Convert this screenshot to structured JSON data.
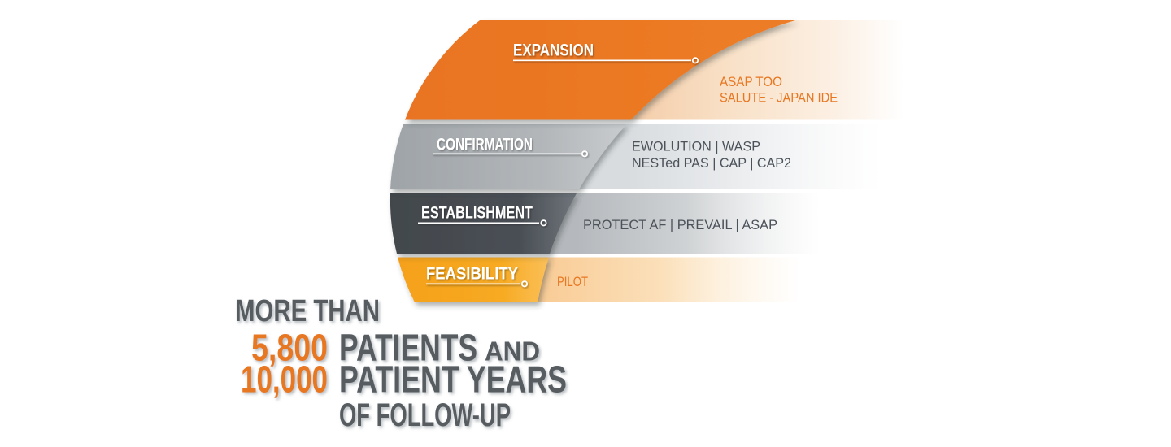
{
  "palette": {
    "orange": "#E87722",
    "amber": "#F5A51D",
    "charcoal": "#45494E",
    "silver": "#A9ADB1",
    "text_gray": "#575C61"
  },
  "phases": [
    {
      "label": "EXPANSION",
      "trials": [
        "ASAP TOO",
        "SALUTE - JAPAN IDE"
      ]
    },
    {
      "label": "CONFIRMATION",
      "trials": [
        "EWOLUTION | WASP",
        "NESTed PAS | CAP | CAP2"
      ]
    },
    {
      "label": "ESTABLISHMENT",
      "trials": [
        "PROTECT AF | PREVAIL | ASAP"
      ]
    },
    {
      "label": "FEASIBILITY",
      "trials": [
        "PILOT"
      ]
    }
  ],
  "summary": {
    "prefix": "MORE THAN",
    "stat1_value": "5,800",
    "stat1_label": "PATIENTS",
    "conjunction": "AND",
    "stat2_value": "10,000",
    "stat2_label": "PATIENT YEARS",
    "suffix": "OF FOLLOW-UP"
  }
}
